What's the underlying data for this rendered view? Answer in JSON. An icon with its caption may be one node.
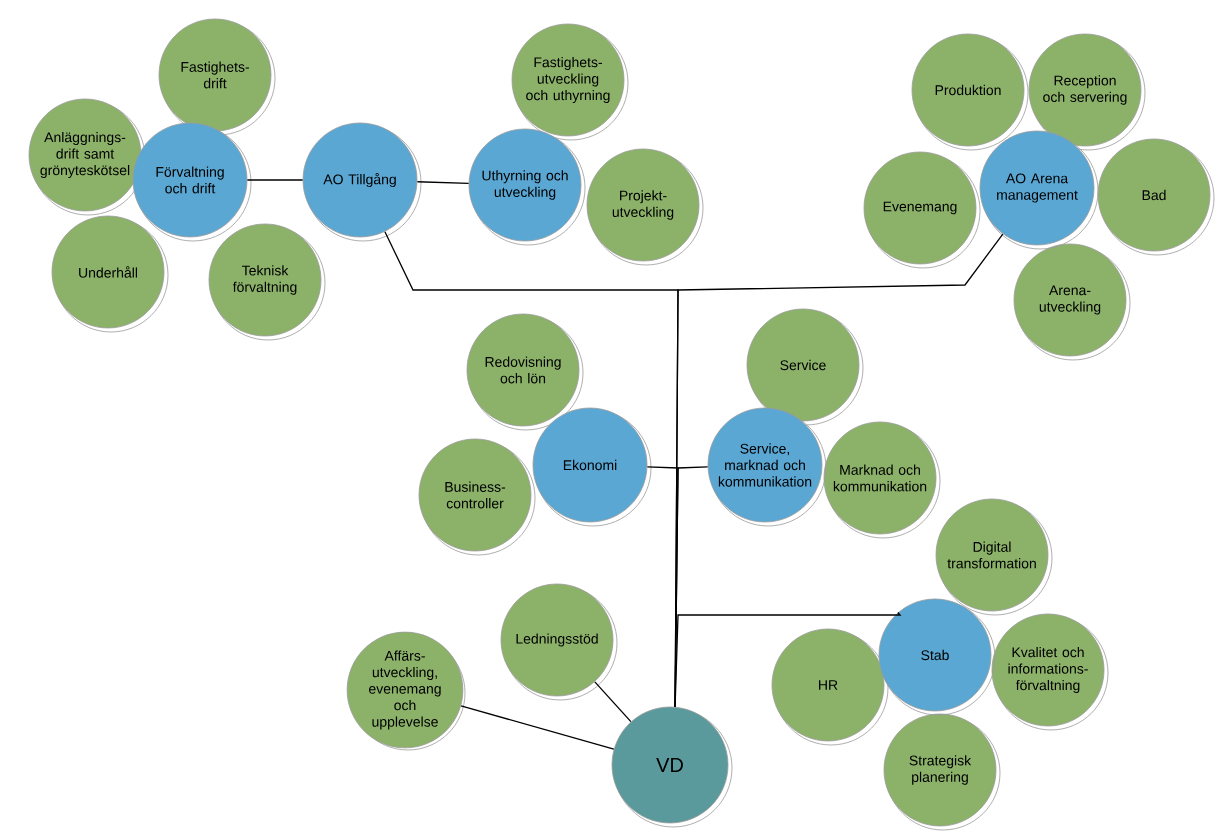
{
  "diagram": {
    "nodes": [
      {
        "text": [
          "Fastighets-drift"
        ]
      },
      {
        "text": [
          "Anläggnings-drift samt grönyteskötsel"
        ]
      },
      {
        "text": [
          "Förvaltning och drift"
        ]
      },
      {
        "text": [
          "AO Tillgång"
        ]
      },
      {
        "text": [
          "Fastighets-utveckling och uthyrning"
        ]
      },
      {
        "text": [
          "Uthyrning och utveckling"
        ]
      },
      {
        "text": [
          "Projekt-utveckling"
        ]
      },
      {
        "text": [
          "Underhåll"
        ]
      },
      {
        "text": [
          "Teknisk förvaltning"
        ]
      },
      {
        "text": [
          "Produktion"
        ]
      },
      {
        "text": [
          "Reception och servering"
        ]
      },
      {
        "text": [
          "Evenemang"
        ]
      },
      {
        "text": [
          "AO Arena management"
        ]
      },
      {
        "text": [
          "Bad"
        ]
      },
      {
        "text": [
          "Arena-utveckling"
        ]
      },
      {
        "text": [
          "Redovisning och lön"
        ]
      },
      {
        "text": [
          "Service"
        ]
      },
      {
        "text": [
          "Ekonomi"
        ]
      },
      {
        "text": [
          "Service, marknad och kommunikation"
        ]
      },
      {
        "text": [
          "Marknad och kommunikation"
        ]
      },
      {
        "text": [
          "Business-controller"
        ]
      },
      {
        "text": [
          "Digital transformation"
        ]
      },
      {
        "text": [
          "Stab"
        ]
      },
      {
        "text": [
          "HR"
        ]
      },
      {
        "text": [
          "Kvalitet och informations-förvaltning"
        ]
      },
      {
        "text": [
          "Strategisk planering"
        ]
      },
      {
        "text": [
          "Ledningsstöd"
        ]
      },
      {
        "text": [
          "Affärs-utveckling, evenemang och upplevelse"
        ]
      },
      {
        "text": [
          "VD"
        ]
      }
    ],
    "edges": [
      {
        "from": 2,
        "to": 3,
        "arrow": "none"
      },
      {
        "from": 3,
        "to": 5,
        "arrow": "none"
      },
      {
        "from": 28,
        "to": 3,
        "arrow": "none"
      },
      {
        "from": 28,
        "to": 12,
        "arrow": "none"
      },
      {
        "from": 28,
        "to": 17,
        "arrow": "none"
      },
      {
        "from": 28,
        "to": 18,
        "arrow": "none"
      },
      {
        "from": 28,
        "to": 22,
        "arrow": "none"
      },
      {
        "from": 26,
        "to": 28,
        "arrow": "none"
      },
      {
        "from": 27,
        "to": 28,
        "arrow": "none"
      }
    ]
  }
}
